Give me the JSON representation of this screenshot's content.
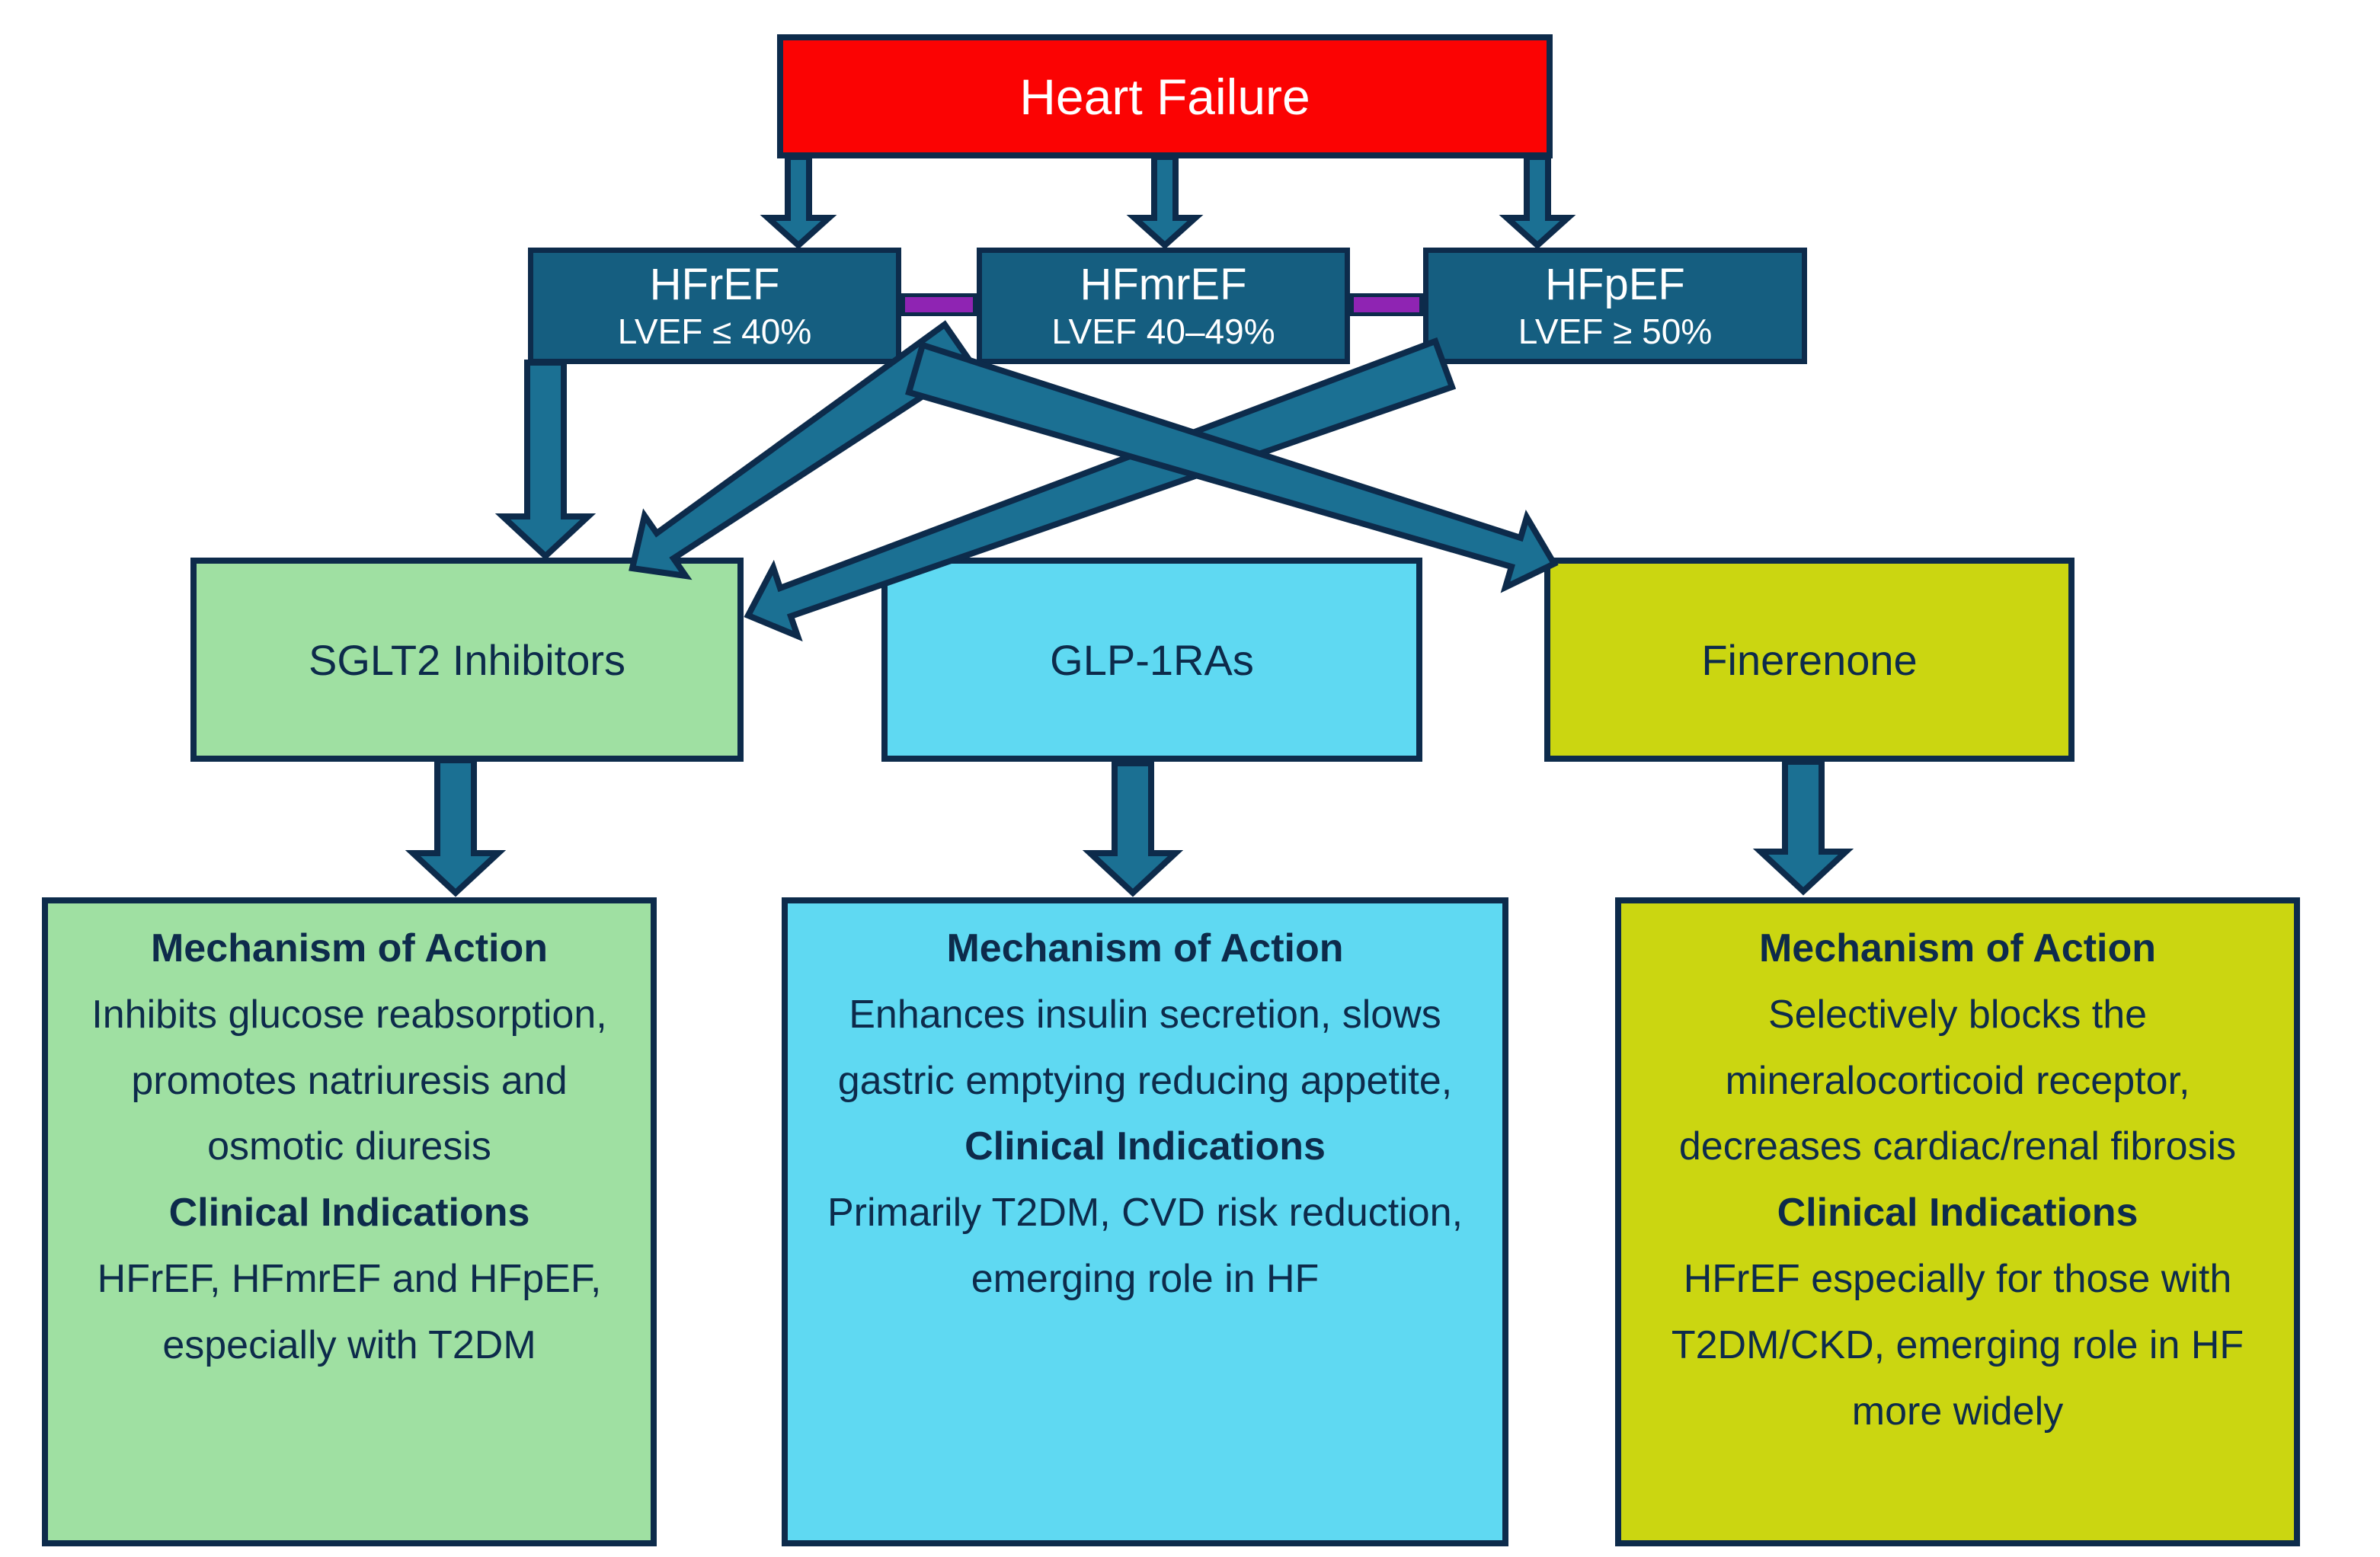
{
  "diagram": {
    "root": {
      "label": "Heart Failure"
    },
    "classifications": [
      {
        "label": "HFrEF",
        "criteria": "LVEF ≤ 40%"
      },
      {
        "label": "HFmrEF",
        "criteria": "LVEF 40–49%"
      },
      {
        "label": "HFpEF",
        "criteria": "LVEF ≥ 50%"
      }
    ],
    "therapies": [
      {
        "label": "SGLT2 Inhibitors"
      },
      {
        "label": "GLP-1RAs"
      },
      {
        "label": "Finerenone"
      }
    ],
    "details": [
      {
        "therapy": "SGLT2 Inhibitors",
        "sections": [
          {
            "heading": "Mechanism of Action",
            "body": "Inhibits glucose reabsorption, promotes natriuresis and osmotic diuresis"
          },
          {
            "heading": "Clinical Indications",
            "body": "HFrEF, HFmrEF and HFpEF, especially with T2DM"
          }
        ]
      },
      {
        "therapy": "GLP-1RAs",
        "sections": [
          {
            "heading": "Mechanism of Action",
            "body": "Enhances insulin secretion, slows gastric emptying reducing appetite,"
          },
          {
            "heading": "Clinical Indications",
            "body": "Primarily T2DM, CVD risk reduction, emerging role in HF"
          }
        ]
      },
      {
        "therapy": "Finerenone",
        "sections": [
          {
            "heading": "Mechanism of Action",
            "body": "Selectively blocks the mineralocorticoid receptor, decreases cardiac/renal fibrosis"
          },
          {
            "heading": "Clinical Indications",
            "body": "HFrEF especially for those with T2DM/CKD, emerging role in HF more widely"
          }
        ]
      }
    ],
    "edges": [
      {
        "from": "Heart Failure",
        "to": "HFrEF"
      },
      {
        "from": "Heart Failure",
        "to": "HFmrEF"
      },
      {
        "from": "Heart Failure",
        "to": "HFpEF"
      },
      {
        "from": "HFrEF",
        "to": "SGLT2 Inhibitors"
      },
      {
        "from": "HFmrEF",
        "to": "SGLT2 Inhibitors"
      },
      {
        "from": "HFpEF",
        "to": "SGLT2 Inhibitors"
      },
      {
        "from": "HFrEF",
        "to": "Finerenone"
      },
      {
        "from": "SGLT2 Inhibitors",
        "to": "SGLT2 Inhibitors details"
      },
      {
        "from": "GLP-1RAs",
        "to": "GLP-1RAs details"
      },
      {
        "from": "Finerenone",
        "to": "Finerenone details"
      }
    ],
    "connectors": [
      {
        "between": [
          "HFrEF",
          "HFmrEF"
        ]
      },
      {
        "between": [
          "HFmrEF",
          "HFpEF"
        ]
      }
    ],
    "colors": {
      "heart_failure": "#FB0303",
      "classification": "#155E80",
      "connector": "#8F24B3",
      "sglt2": "#9FE0A2",
      "glp1": "#5FD9F2",
      "finerenone": "#CBD611",
      "arrow": "#1B7093",
      "outline": "#0D2B4B"
    }
  }
}
